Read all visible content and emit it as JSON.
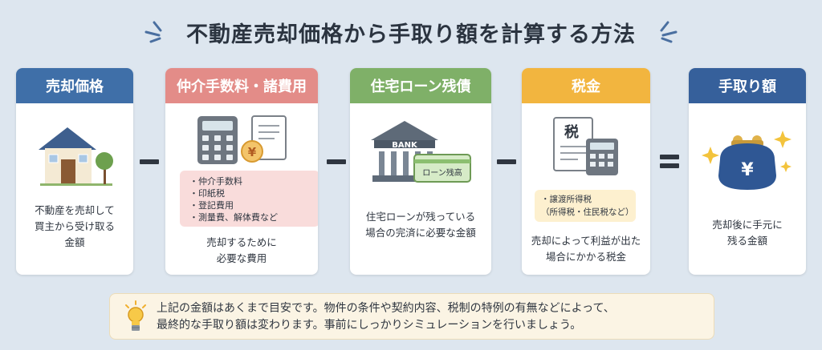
{
  "title": "不動産売却価格から手取り額を計算する方法",
  "colors": {
    "background": "#dde6ef",
    "blue_header": "#3f6fa8",
    "pink_header": "#e38c88",
    "green_header": "#7fb068",
    "yellow_header": "#f2b53f",
    "dark_blue_header": "#36609b"
  },
  "cards": [
    {
      "title": "売却価格",
      "icon": "house-icon",
      "description": "不動産を売却して\n買主から受け取る\n金額"
    },
    {
      "title": "仲介手数料・諸費用",
      "icon": "calculator-receipt-icon",
      "items": [
        "・仲介手数料",
        "・印紙税",
        "・登記費用",
        "・測量費、解体費など"
      ],
      "description": "売却するために\n必要な費用"
    },
    {
      "title": "住宅ローン残債",
      "icon": "bank-icon",
      "bank_label": "BANK",
      "card_label": "ローン残高",
      "description": "住宅ローンが残っている\n場合の完済に必要な金額"
    },
    {
      "title": "税金",
      "icon": "tax-document-icon",
      "doc_label": "税",
      "items": [
        "・譲渡所得税",
        "（所得税・住民税など）"
      ],
      "description": "売却によって利益が出た\n場合にかかる税金"
    },
    {
      "title": "手取り額",
      "icon": "purse-icon",
      "purse_label": "¥",
      "description": "売却後に手元に\n残る金額"
    }
  ],
  "note": {
    "line1": "上記の金額はあくまで目安です。物件の条件や契約内容、税制の特例の有無などによって、",
    "line2": "最終的な手取り額は変わります。事前にしっかりシミュレーションを行いましょう。"
  }
}
